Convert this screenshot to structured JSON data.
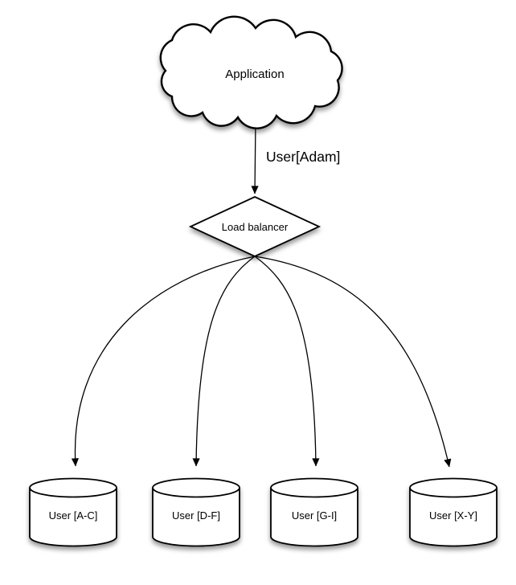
{
  "diagram": {
    "cloud": {
      "label": "Application"
    },
    "edge": {
      "label": "User[Adam]"
    },
    "balancer": {
      "label": "Load balancer"
    },
    "databases": [
      {
        "label": "User [A-C]"
      },
      {
        "label": "User [D-F]"
      },
      {
        "label": "User [G-I]"
      },
      {
        "label": "User [X-Y]"
      }
    ],
    "colors": {
      "stroke": "#000000",
      "node_fill": "#ffffff",
      "text": "#000000",
      "background": "#ffffff"
    }
  }
}
